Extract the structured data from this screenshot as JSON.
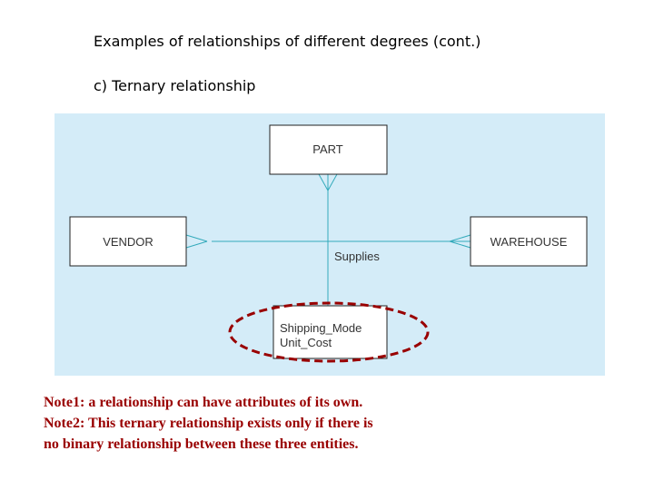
{
  "title": "Examples of relationships of different degrees (cont.)",
  "subtitle": "c) Ternary relationship",
  "diagram": {
    "entities": {
      "part": "PART",
      "vendor": "VENDOR",
      "warehouse": "WAREHOUSE"
    },
    "relationship": "Supplies",
    "attributes": [
      "Shipping_Mode",
      "Unit_Cost"
    ],
    "colors": {
      "background": "#d4ecf8",
      "line": "#33aabb",
      "highlight_ellipse": "#990000"
    }
  },
  "notes": [
    "Note1: a relationship can have attributes of its own.",
    "Note2: This ternary relationship exists only if there is",
    "no binary relationship between these three entities."
  ]
}
